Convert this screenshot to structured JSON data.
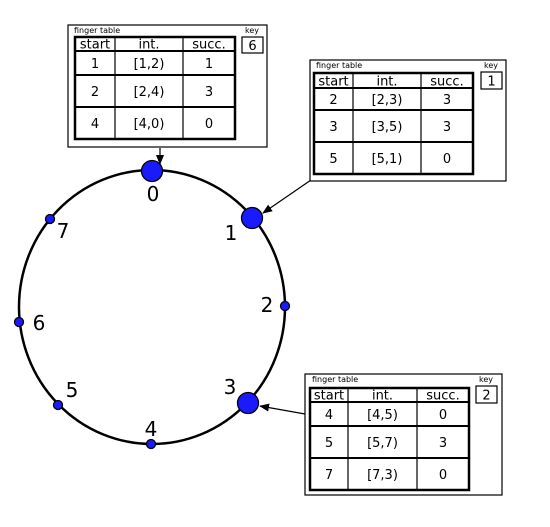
{
  "ring": {
    "nodes": [
      {
        "id": "0",
        "label": "0",
        "active": true
      },
      {
        "id": "1",
        "label": "1",
        "active": true
      },
      {
        "id": "2",
        "label": "2",
        "active": false
      },
      {
        "id": "3",
        "label": "3",
        "active": true
      },
      {
        "id": "4",
        "label": "4",
        "active": false
      },
      {
        "id": "5",
        "label": "5",
        "active": false
      },
      {
        "id": "6",
        "label": "6",
        "active": false
      },
      {
        "id": "7",
        "label": "7",
        "active": false
      }
    ],
    "node_fill": "#1a1aff"
  },
  "tables": [
    {
      "node": "0",
      "caption": "finger table",
      "key_label": "key",
      "key_value": "6",
      "headers": [
        "start",
        "int.",
        "succ."
      ],
      "rows": [
        [
          "1",
          "[1,2)",
          "1"
        ],
        [
          "2",
          "[2,4)",
          "3"
        ],
        [
          "4",
          "[4,0)",
          "0"
        ]
      ]
    },
    {
      "node": "1",
      "caption": "finger table",
      "key_label": "key",
      "key_value": "1",
      "headers": [
        "start",
        "int.",
        "succ."
      ],
      "rows": [
        [
          "2",
          "[2,3)",
          "3"
        ],
        [
          "3",
          "[3,5)",
          "3"
        ],
        [
          "5",
          "[5,1)",
          "0"
        ]
      ]
    },
    {
      "node": "3",
      "caption": "finger table",
      "key_label": "key",
      "key_value": "2",
      "headers": [
        "start",
        "int.",
        "succ."
      ],
      "rows": [
        [
          "4",
          "[4,5)",
          "0"
        ],
        [
          "5",
          "[5,7)",
          "3"
        ],
        [
          "7",
          "[7,3)",
          "0"
        ]
      ]
    }
  ]
}
